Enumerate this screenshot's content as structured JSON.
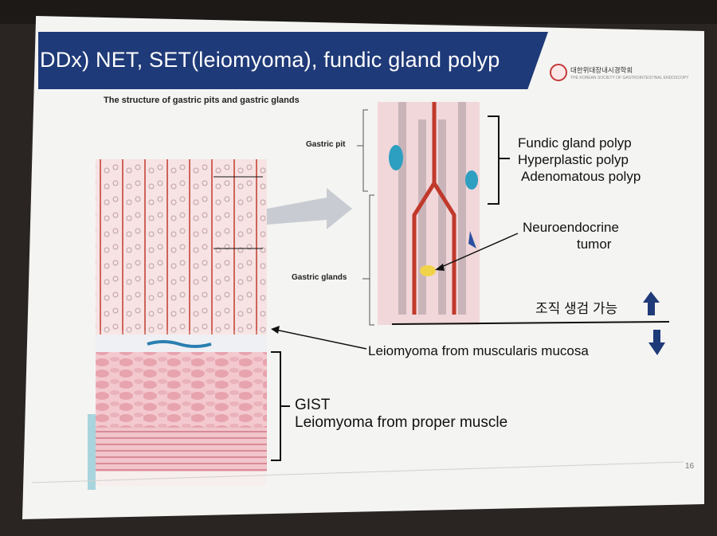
{
  "slide": {
    "title": "DDx) NET, SET(leiomyoma), fundic gland polyp",
    "logo_text": "대한위대장내시경학회",
    "logo_subtext": "THE KOREAN SOCIETY OF GASTROINTESTINAL ENDOSCOPY",
    "page_number": "16"
  },
  "diagram": {
    "caption": "The structure of gastric pits and gastric glands",
    "label_gastric_pit": "Gastric pit",
    "label_gastric_glands": "Gastric glands",
    "polyps": [
      "Fundic gland polyp",
      "Hyperplastic polyp",
      "Adenomatous polyp"
    ],
    "net_line1": "Neuroendocrine",
    "net_line2": "tumor",
    "biopsy": "조직 생검 가능",
    "leiomyoma_mm": "Leiomyoma from muscularis mucosa",
    "gist": "GIST",
    "leiomyoma_pm": "Leiomyoma from proper muscle"
  }
}
